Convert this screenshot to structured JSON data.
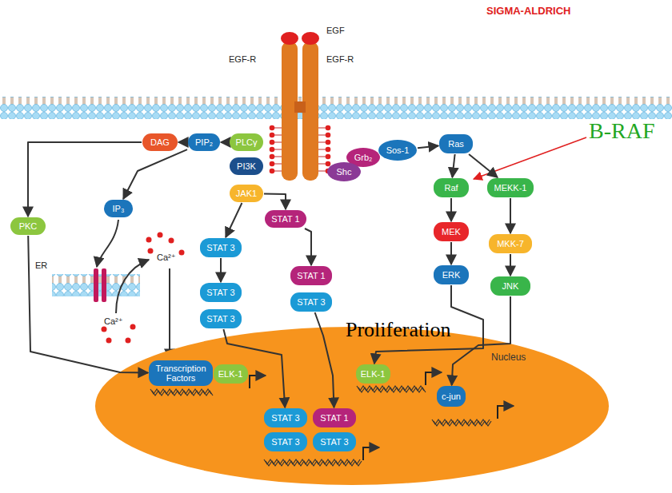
{
  "diagram": {
    "nodes": [
      {
        "text": [
          "DAG"
        ]
      },
      {
        "text": [
          "PIP₂"
        ]
      },
      {
        "text": [
          "PLCγ"
        ]
      },
      {
        "text": [
          "PI3K"
        ]
      },
      {
        "text": [
          "JAK1"
        ]
      },
      {
        "text": [
          "STAT 1"
        ]
      },
      {
        "text": [
          "IP₃"
        ]
      },
      {
        "text": [
          "PKC"
        ]
      },
      {
        "text": [
          "STAT 3"
        ]
      },
      {
        "text": [
          "STAT 1"
        ]
      },
      {
        "text": [
          "STAT 3"
        ]
      },
      {
        "text": [
          "STAT 3"
        ]
      },
      {
        "text": [
          "STAT 3"
        ]
      },
      {
        "text": [
          "Grb₂"
        ]
      },
      {
        "text": [
          "Sos-1"
        ]
      },
      {
        "text": [
          "Shc"
        ]
      },
      {
        "text": [
          "Ras"
        ]
      },
      {
        "text": [
          "Raf"
        ]
      },
      {
        "text": [
          "MEKK-1"
        ]
      },
      {
        "text": [
          "MEK"
        ]
      },
      {
        "text": [
          "MKK-7"
        ]
      },
      {
        "text": [
          "ERK"
        ]
      },
      {
        "text": [
          "JNK"
        ]
      },
      {
        "text": [
          "Nucleus"
        ]
      },
      {
        "text": [
          "Transcription Factors"
        ],
        "in": 23
      },
      {
        "text": [
          "ELK-1"
        ],
        "in": 23
      },
      {
        "text": [
          "ELK-1"
        ],
        "in": 23
      },
      {
        "text": [
          "c-jun"
        ],
        "in": 23
      },
      {
        "text": [
          "STAT 3"
        ],
        "in": 23
      },
      {
        "text": [
          "STAT 1"
        ],
        "in": 23
      },
      {
        "text": [
          "STAT 3"
        ],
        "in": 23
      },
      {
        "text": [
          "STAT 3"
        ],
        "in": 23
      }
    ],
    "edges": [
      {
        "from": 2,
        "to": 1,
        "arrow": "to"
      },
      {
        "from": 1,
        "to": 0,
        "arrow": "to"
      },
      {
        "from": 1,
        "to": 6,
        "arrow": "to"
      },
      {
        "from": 0,
        "to": 7,
        "arrow": "to"
      },
      {
        "from": 7,
        "to": 24,
        "arrow": "to"
      },
      {
        "from": 4,
        "to": 8,
        "arrow": "to"
      },
      {
        "from": 4,
        "to": 5,
        "arrow": "to"
      },
      {
        "from": 8,
        "to": 10,
        "arrow": "to"
      },
      {
        "from": 5,
        "to": 9,
        "arrow": "to"
      },
      {
        "from": 11,
        "to": 28,
        "arrow": "to"
      },
      {
        "from": 12,
        "to": 29,
        "arrow": "to"
      },
      {
        "from": 14,
        "to": 16,
        "arrow": "to"
      },
      {
        "from": 16,
        "to": 17,
        "arrow": "to"
      },
      {
        "from": 16,
        "to": 18,
        "arrow": "to"
      },
      {
        "from": 17,
        "to": 19,
        "arrow": "to"
      },
      {
        "from": 19,
        "to": 21,
        "arrow": "to"
      },
      {
        "from": 21,
        "to": 26,
        "arrow": "to"
      },
      {
        "from": 18,
        "to": 20,
        "arrow": "to"
      },
      {
        "from": 20,
        "to": 22,
        "arrow": "to"
      },
      {
        "from": 22,
        "to": 27,
        "arrow": "to"
      }
    ],
    "labels": [
      "SIGMA-ALDRICH",
      "EGF",
      "EGF-R",
      "EGF-R",
      "B-RAF",
      "ER",
      "Ca²⁺",
      "Ca²⁺",
      "Proliferation"
    ]
  }
}
